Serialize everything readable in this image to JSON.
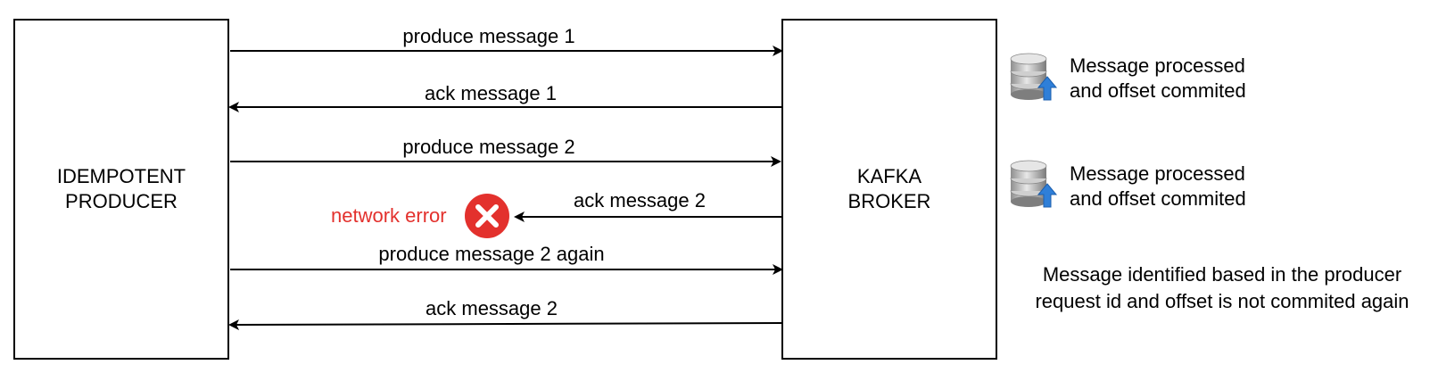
{
  "producer": {
    "label": "IDEMPOTENT\nPRODUCER"
  },
  "broker": {
    "label": "KAFKA\nBROKER"
  },
  "messages": [
    {
      "label": "produce message 1",
      "direction": "to-broker"
    },
    {
      "label": "ack message 1",
      "direction": "to-producer"
    },
    {
      "label": "produce message 2",
      "direction": "to-broker"
    },
    {
      "label": "ack message 2",
      "direction": "to-producer",
      "failed": true
    },
    {
      "label": "produce message 2 again",
      "direction": "to-broker"
    },
    {
      "label": "ack message 2",
      "direction": "to-producer"
    }
  ],
  "error": {
    "label": "network error",
    "color": "#e3312d",
    "icon": "x-circle-icon"
  },
  "notes": [
    {
      "icon": "database-upload-icon",
      "lines": [
        "Message processed",
        "and offset commited"
      ]
    },
    {
      "icon": "database-upload-icon",
      "lines": [
        "Message processed",
        "and offset commited"
      ]
    }
  ],
  "bottom_note": {
    "lines": [
      "Message identified based in the producer",
      "request id and offset is not commited again"
    ]
  },
  "colors": {
    "line": "#000000",
    "error": "#e3312d",
    "db_body": "#b8b8b8",
    "db_arrow": "#2f7fd8"
  }
}
